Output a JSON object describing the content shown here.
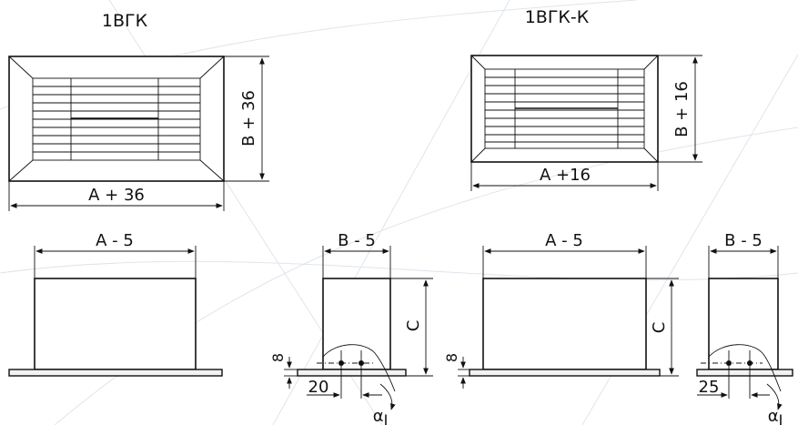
{
  "left_view": {
    "title": "1ВГК",
    "width_label": "A + 36",
    "height_label": "B + 36"
  },
  "right_view": {
    "title": "1ВГК-К",
    "width_label": "A +16",
    "height_label": "B + 16"
  },
  "side_views": {
    "front1_width": "A - 5",
    "side1_width": "B - 5",
    "side1_height": "C",
    "side1_offset": "20",
    "flange1_thickness": "8",
    "front2_width": "A - 5",
    "front2_height": "C",
    "flange2_thickness": "8",
    "side2_width": "B - 5",
    "side2_offset": "25",
    "angle_symbol": "α",
    "angle_subscript": "I"
  }
}
